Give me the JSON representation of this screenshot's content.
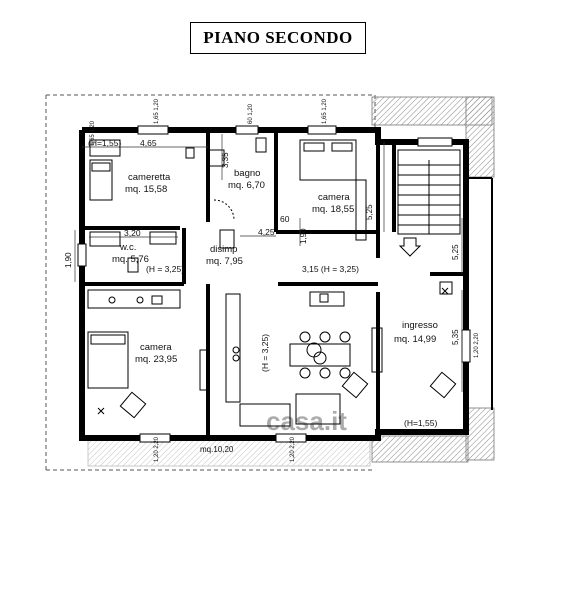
{
  "title": "PIANO SECONDO",
  "rooms": [
    {
      "key": "cameretta",
      "name": "cameretta",
      "area": "mq. 15,58"
    },
    {
      "key": "bagno",
      "name": "bagno",
      "area": "mq. 6,70"
    },
    {
      "key": "camera1",
      "name": "camera",
      "area": "mq. 18,55"
    },
    {
      "key": "wc",
      "name": "w.c.",
      "area": "mq. 5,76"
    },
    {
      "key": "disimp",
      "name": "disimp",
      "area": "mq. 7,95"
    },
    {
      "key": "camera2",
      "name": "camera",
      "area": "mq. 23,95"
    },
    {
      "key": "ingresso",
      "name": "ingresso",
      "area": "mq. 14,99"
    }
  ],
  "terrace_area": "mq.10,20",
  "heights": {
    "h_top_left": "(H=1,55)",
    "h_wc": "(H = 3,25)",
    "h_corridor": "3,15 (H = 3,25)",
    "h_living": "(H = 3,25)",
    "h_ingresso": "(H=1,55)"
  },
  "dimensions": {
    "d_465": "4,65",
    "d_335": "3,35",
    "d_320": "3,20",
    "d_190a": "1,90",
    "d_425": "4,25",
    "d_60": "60",
    "d_190b": "1,90",
    "d_525a": "5,25",
    "d_525b": "5,25",
    "d_535": "5,35"
  },
  "window_marks": {
    "w1": "1,65 1,20",
    "w2": "60 1,20",
    "w3": "1,65 1,20",
    "w4": "1,65 1,20",
    "w5": "1,20 2,20",
    "w6": "1,20 2,20",
    "w7": "1,20 2,20"
  },
  "watermark": "casa.it"
}
